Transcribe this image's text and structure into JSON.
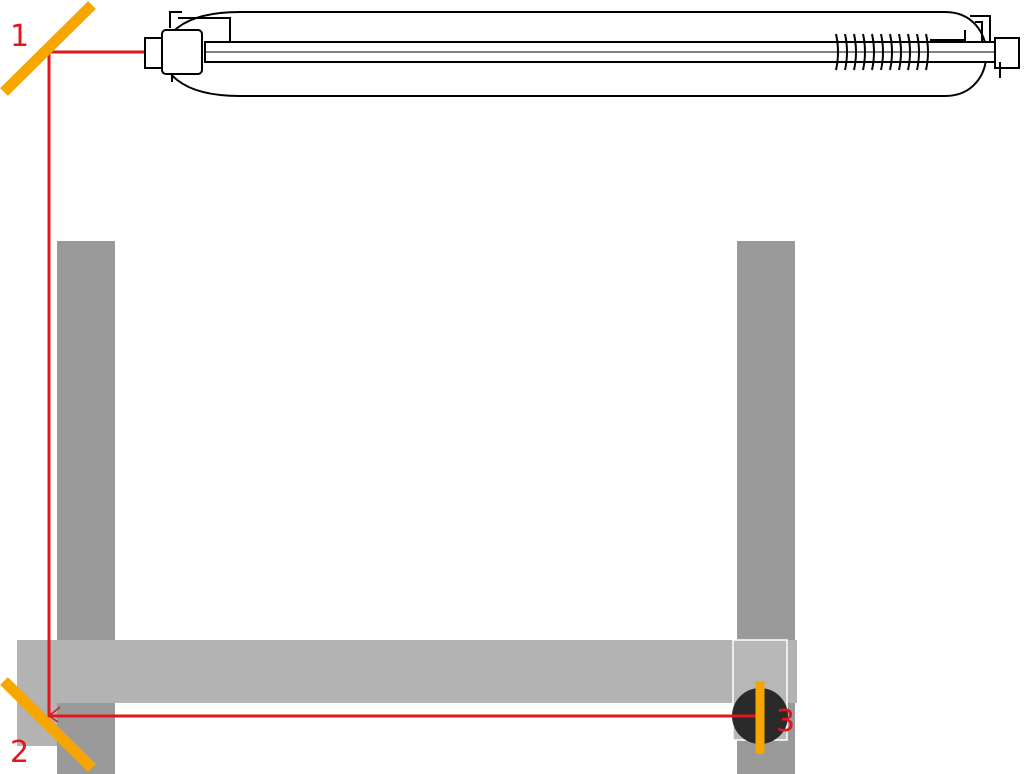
{
  "diagram": {
    "mirror_labels": [
      "1",
      "2",
      "3"
    ],
    "colors": {
      "beam": "#e3171b",
      "mirror": "#f7a600",
      "rail": "#9a9a9a",
      "gantry": "#b3b3b3",
      "head": "#2a2a2a",
      "label": "#e3171b",
      "outline": "#000000"
    }
  }
}
